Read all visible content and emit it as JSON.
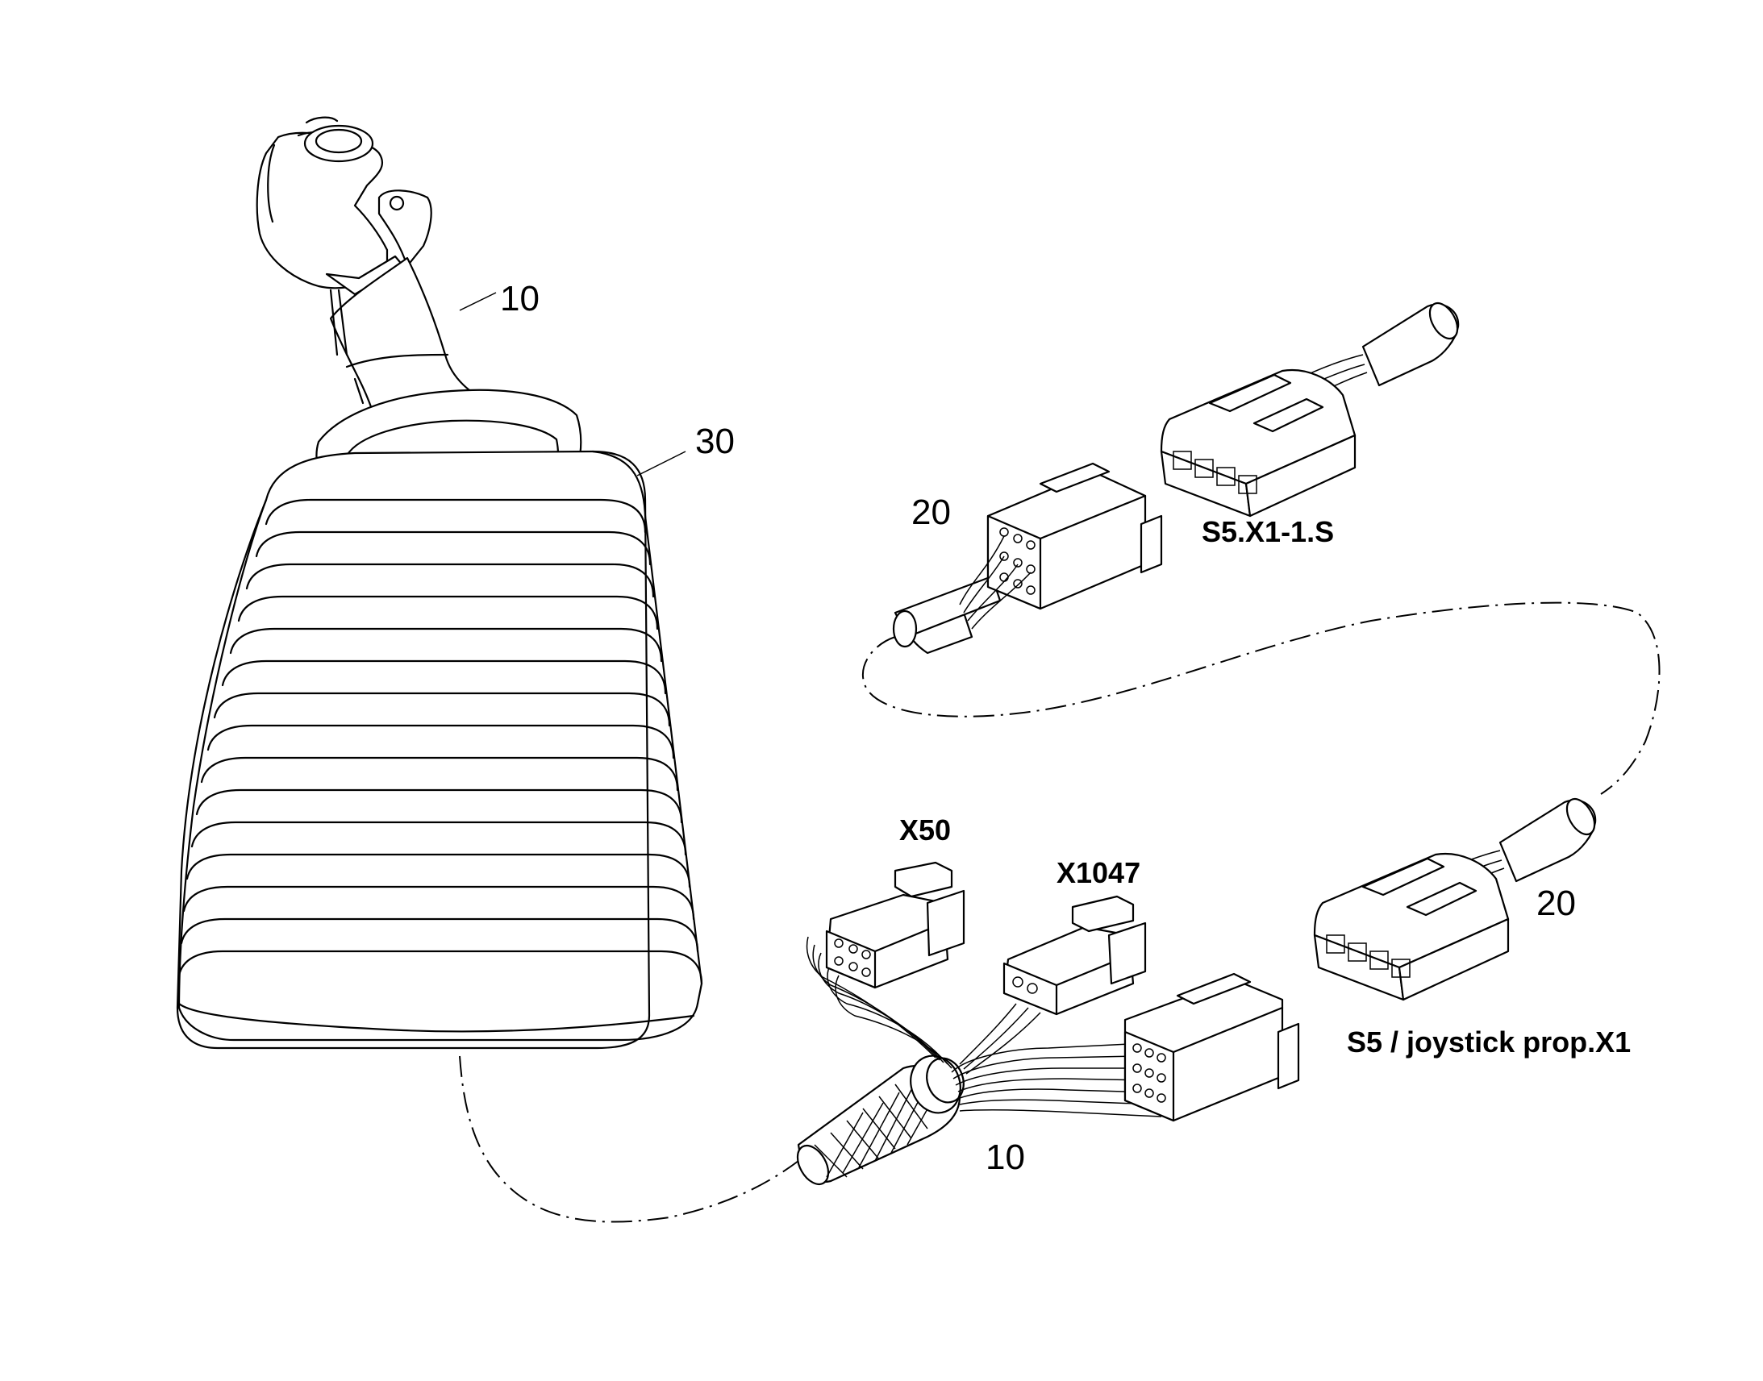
{
  "callouts": {
    "joystick_handle": "10",
    "rubber_boot": "30",
    "connector_top": "20",
    "connector_right": "20",
    "harness": "10"
  },
  "connector_labels": {
    "s5_x1_1_s": "S5.X1-1.S",
    "s5_joystick_prop_x1": "S5 / joystick prop.X1",
    "x50": "X50",
    "x1047": "X1047"
  }
}
